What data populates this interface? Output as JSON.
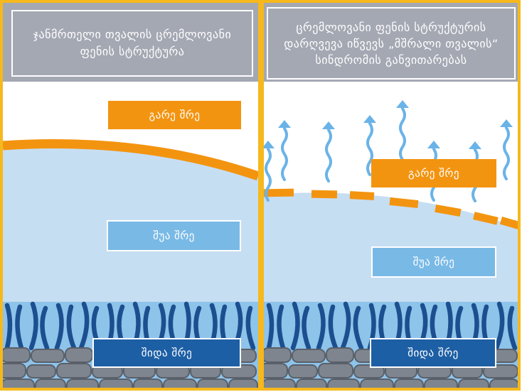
{
  "left_panel": {
    "title": "ჯანმრთელი თვალის ცრემლოვანი ფენის სტრუქტურა",
    "outer_layer": "გარე შრე",
    "middle_layer": "შუა შრე",
    "inner_layer": "შიდა შრე"
  },
  "right_panel": {
    "title": "ცრემლოვანი ფენის სტრუქტურის დარღვევა იწვევს „მშრალი თვალის“ სინდრომის განვითარებას",
    "outer_layer": "გარე შრე",
    "middle_layer": "შუა შრე",
    "inner_layer": "შიდა შრე"
  },
  "colors": {
    "frame": "#f6b81c",
    "lipid_layer": "#f39410",
    "aqueous_layer": "#c6def2",
    "mucin_strands": "#1b4f8f",
    "cells": "#7e858f",
    "title_box": "#a4a8b3",
    "evaporation_arrows": "#6ab3e8"
  }
}
